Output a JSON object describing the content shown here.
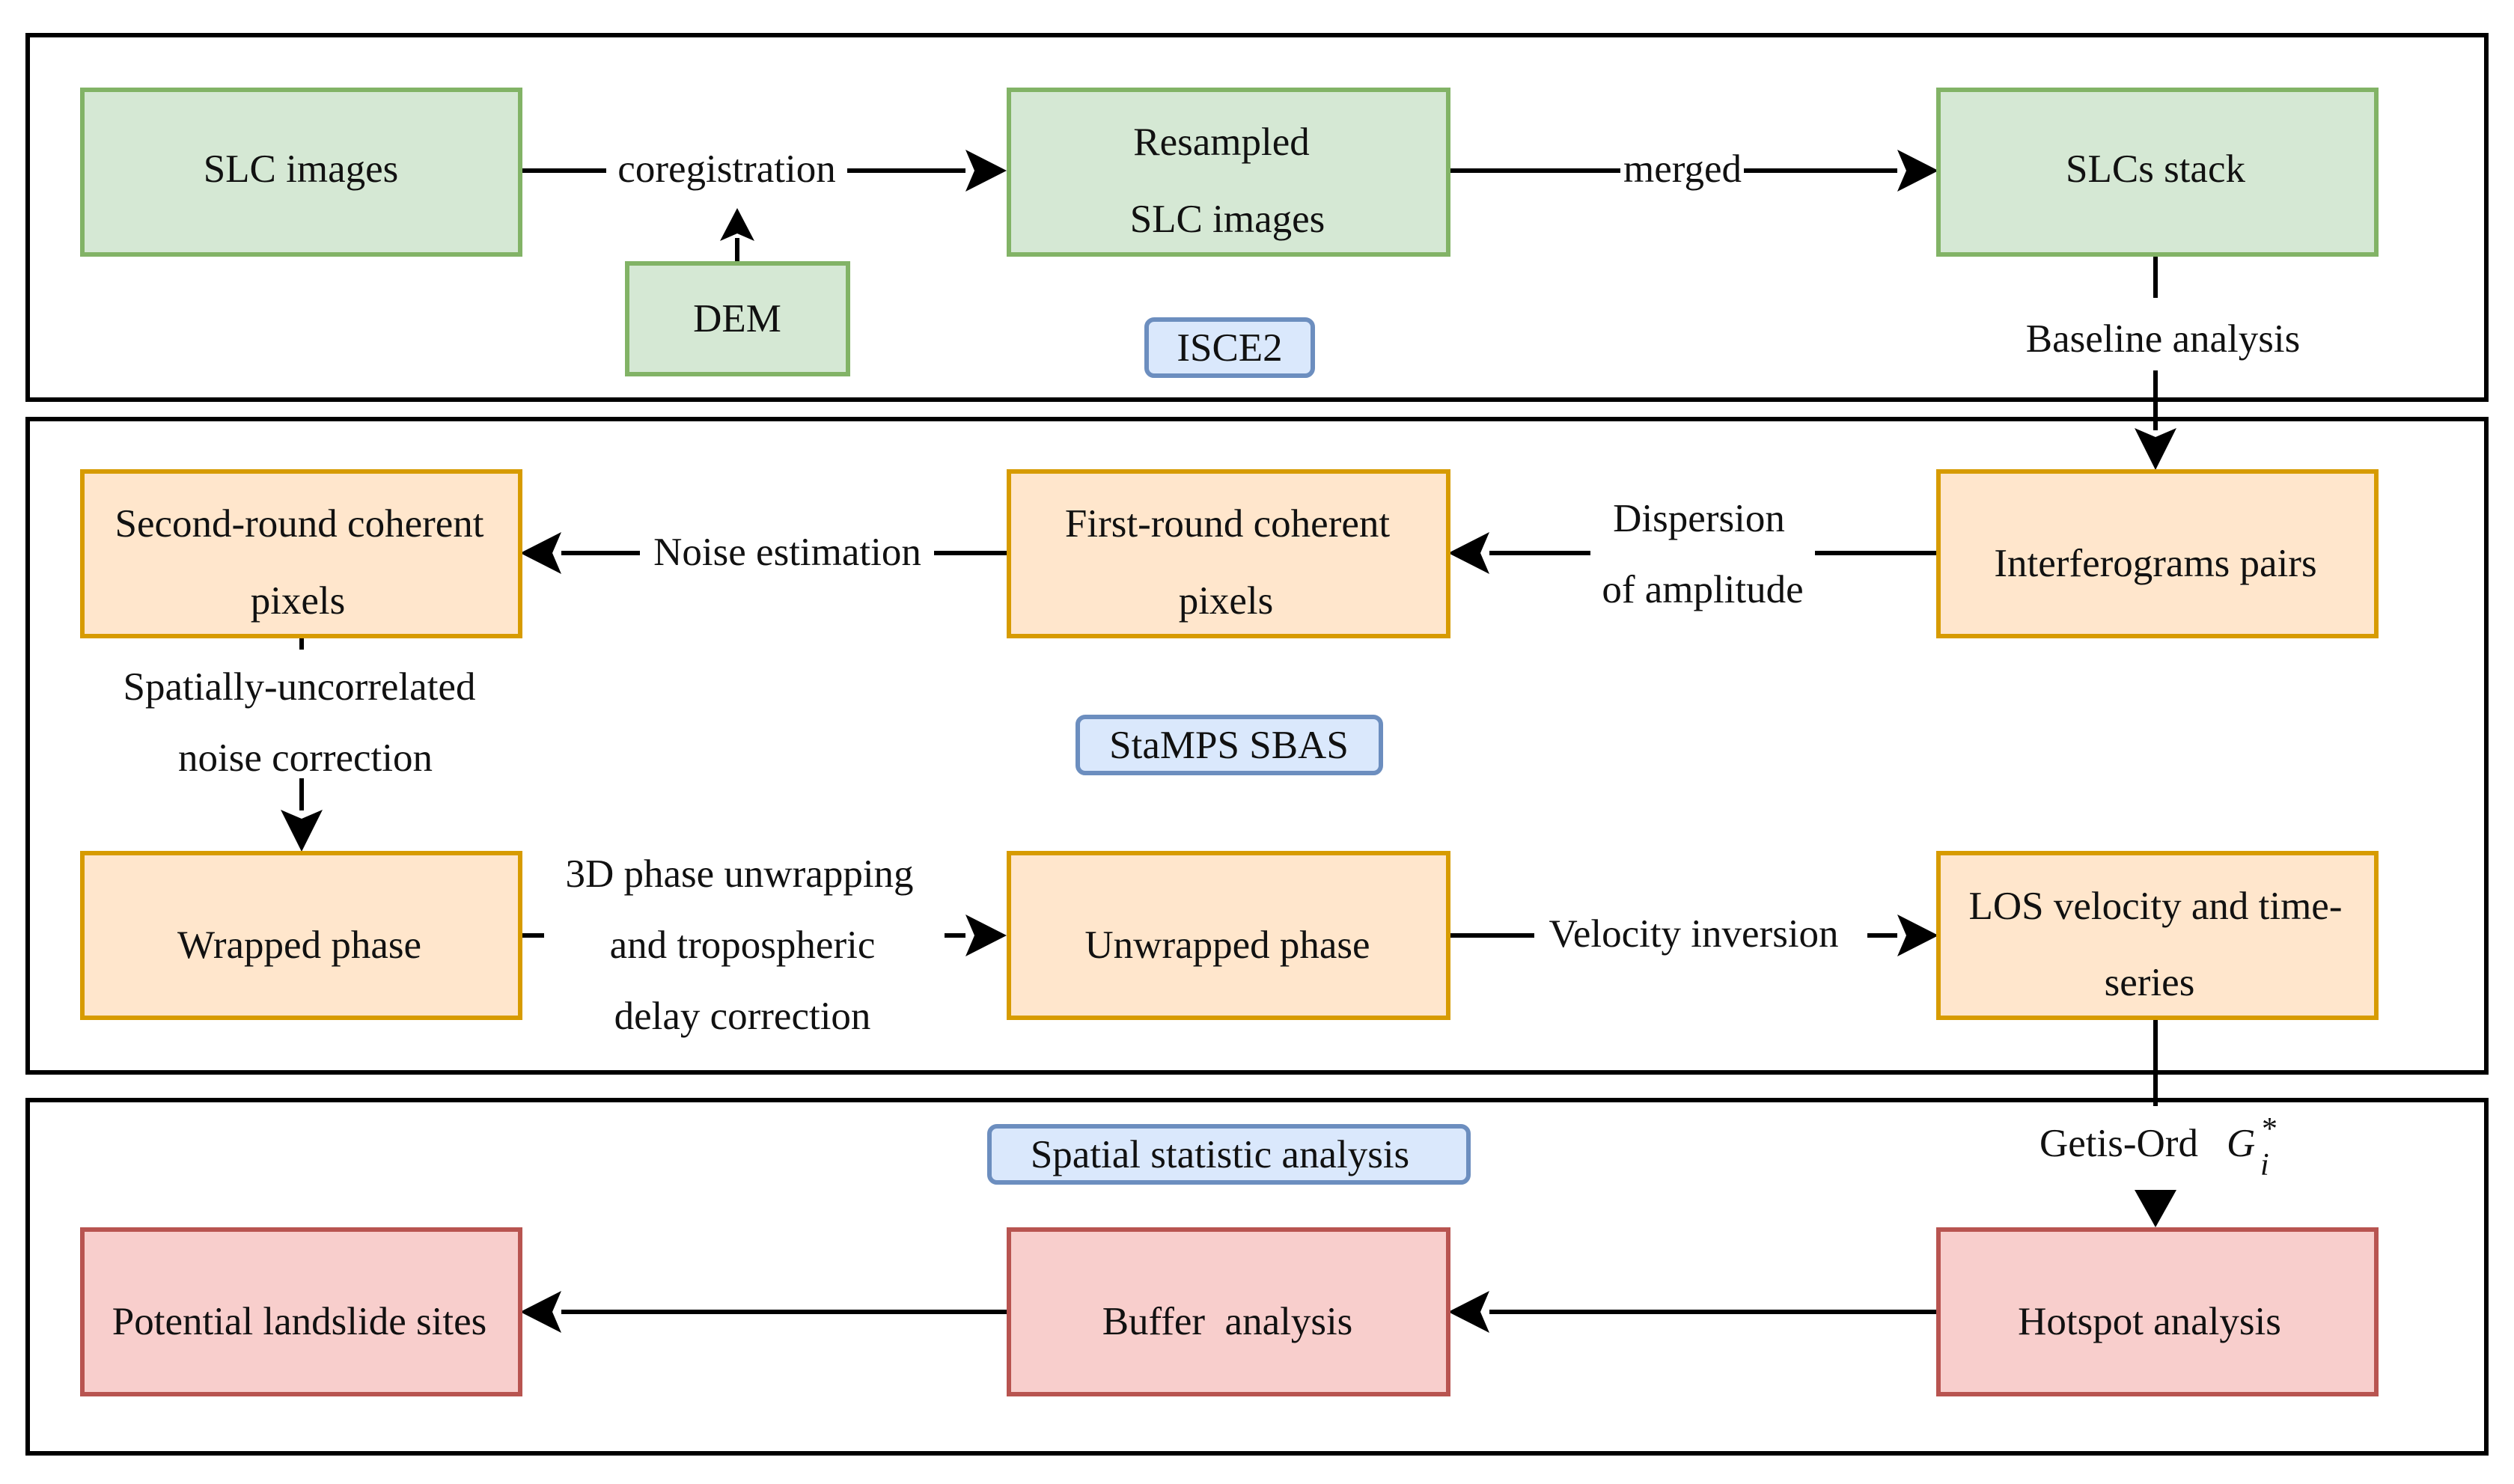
{
  "sections": {
    "isce2": {
      "tag": "ISCE2",
      "boxes": {
        "slc_images": "SLC images",
        "dem": "DEM",
        "resampled_line1": "Resampled",
        "resampled_line2": "SLC images",
        "slcs_stack": "SLCs stack"
      },
      "edges": {
        "coregistration": "coregistration",
        "merged": "merged",
        "baseline_analysis": "Baseline analysis"
      }
    },
    "stamps": {
      "tag": "StaMPS SBAS",
      "boxes": {
        "second_round_line1": "Second-round coherent",
        "second_round_line2": "pixels",
        "first_round_line1": "First-round coherent",
        "first_round_line2": "pixels",
        "interferograms": "Interferograms pairs",
        "wrapped_phase": "Wrapped phase",
        "unwrapped_phase": "Unwrapped phase",
        "los_line1": "LOS velocity and time-",
        "los_line2": "series"
      },
      "edges": {
        "noise_estimation": "Noise estimation",
        "dispersion_line1": "Dispersion",
        "dispersion_line2": "of amplitude",
        "spatial_line1": "Spatially-uncorrelated",
        "spatial_line2": "noise correction",
        "unwrap_line1": "3D phase unwrapping",
        "unwrap_line2": "and tropospheric",
        "unwrap_line3": "delay correction",
        "velocity_inversion": "Velocity inversion"
      }
    },
    "spatial": {
      "tag": "Spatial statistic analysis",
      "boxes": {
        "potential_sites": "Potential landslide sites",
        "buffer": "Buffer  analysis",
        "hotspot": "Hotspot analysis"
      },
      "edges": {
        "getis_ord": "Getis-Ord ",
        "g_symbol": "G",
        "g_sup": "*",
        "g_sub": "i"
      }
    }
  },
  "colors": {
    "green_fill": "#d5e8d4",
    "green_stroke": "#82b366",
    "orange_fill": "#ffe6cc",
    "orange_stroke": "#d79b00",
    "red_fill": "#f8cecc",
    "red_stroke": "#b85450",
    "tag_fill": "#dae8fc",
    "tag_stroke": "#6c8ebf"
  }
}
